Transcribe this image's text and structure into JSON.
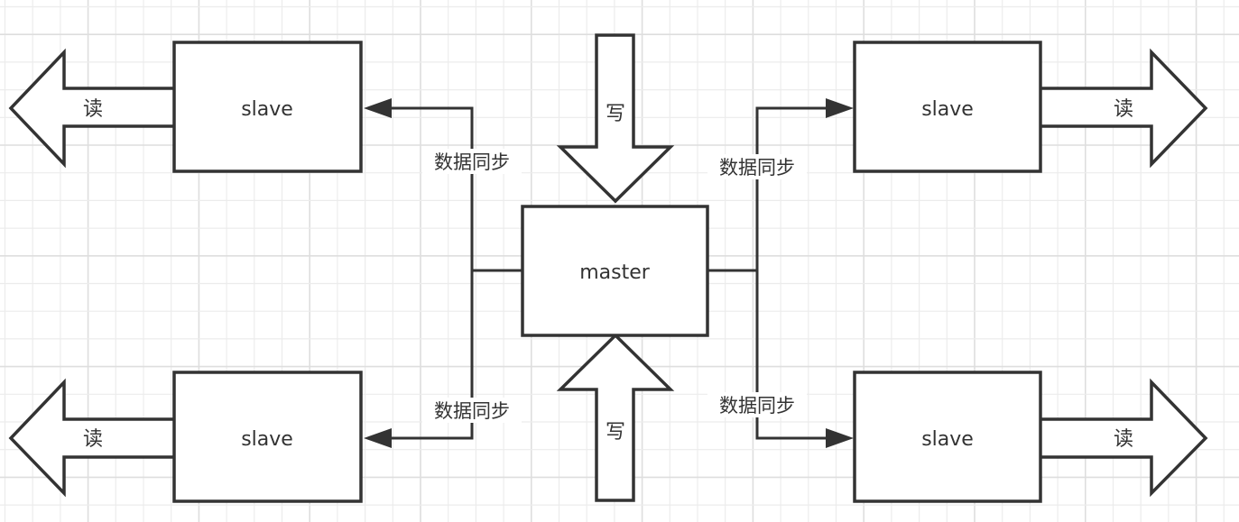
{
  "diagram": {
    "type": "master-slave replication",
    "colors": {
      "stroke": "#333333",
      "text": "#333333",
      "grid_minor": "#ececec",
      "grid_major": "#dedede",
      "background": "#ffffff"
    },
    "nodes": {
      "master": {
        "label": "master"
      },
      "slave_top_left": {
        "label": "slave"
      },
      "slave_bottom_left": {
        "label": "slave"
      },
      "slave_top_right": {
        "label": "slave"
      },
      "slave_bottom_right": {
        "label": "slave"
      }
    },
    "block_arrows": {
      "write_top": {
        "label": "写",
        "direction": "down",
        "target": "master"
      },
      "write_bottom": {
        "label": "写",
        "direction": "up",
        "target": "master"
      },
      "read_top_left": {
        "label": "读",
        "direction": "left",
        "source": "slave_top_left"
      },
      "read_bottom_left": {
        "label": "读",
        "direction": "left",
        "source": "slave_bottom_left"
      },
      "read_top_right": {
        "label": "读",
        "direction": "right",
        "source": "slave_top_right"
      },
      "read_bottom_right": {
        "label": "读",
        "direction": "right",
        "source": "slave_bottom_right"
      }
    },
    "edges": {
      "sync_top_left": {
        "label": "数据同步",
        "from": "master",
        "to": "slave_top_left"
      },
      "sync_bottom_left": {
        "label": "数据同步",
        "from": "master",
        "to": "slave_bottom_left"
      },
      "sync_top_right": {
        "label": "数据同步",
        "from": "master",
        "to": "slave_top_right"
      },
      "sync_bottom_right": {
        "label": "数据同步",
        "from": "master",
        "to": "slave_bottom_right"
      }
    }
  }
}
